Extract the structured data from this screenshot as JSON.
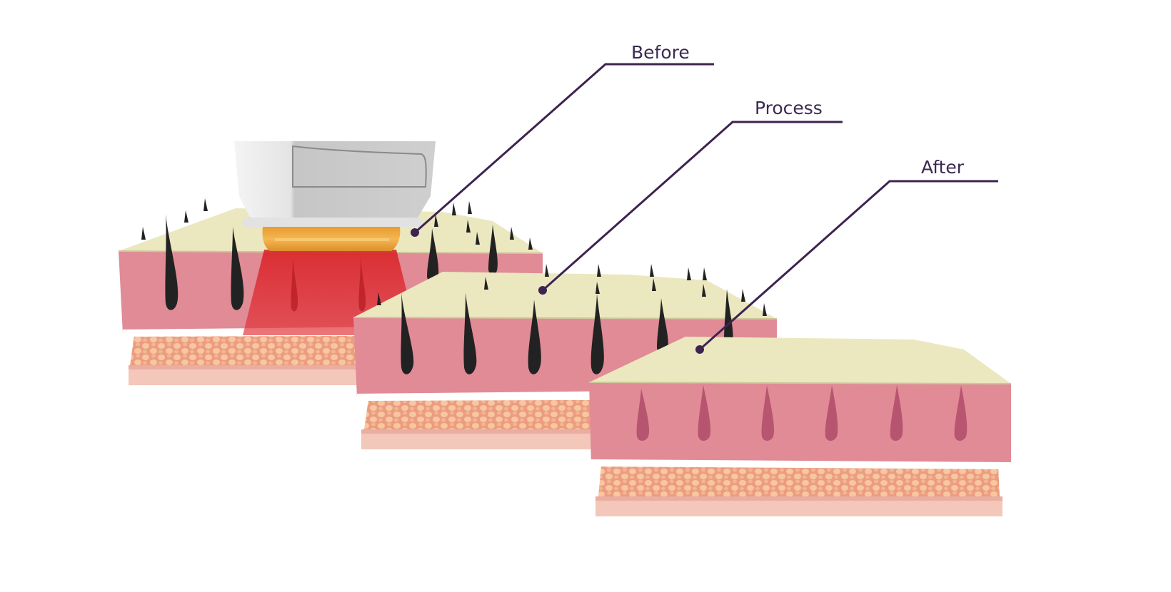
{
  "labels": {
    "before": "Before",
    "process": "Process",
    "after": "After"
  },
  "colors": {
    "callout_line": "#3d2450",
    "surface": "#ebe8c0",
    "dermis": "#e08b96",
    "dermis_dark": "#c86f7d",
    "fat": "#f0a48a",
    "fat_cell": "#f6c79c",
    "base": "#f2c4b8",
    "hair": "#222222",
    "follicle_empty": "#b04b6a",
    "laser": "#e0262a",
    "device_body": "#c9c9c9",
    "device_window": "#e8a13c"
  },
  "icons": {
    "device": "laser-handpiece-icon",
    "hair": "hair-follicle-icon"
  }
}
